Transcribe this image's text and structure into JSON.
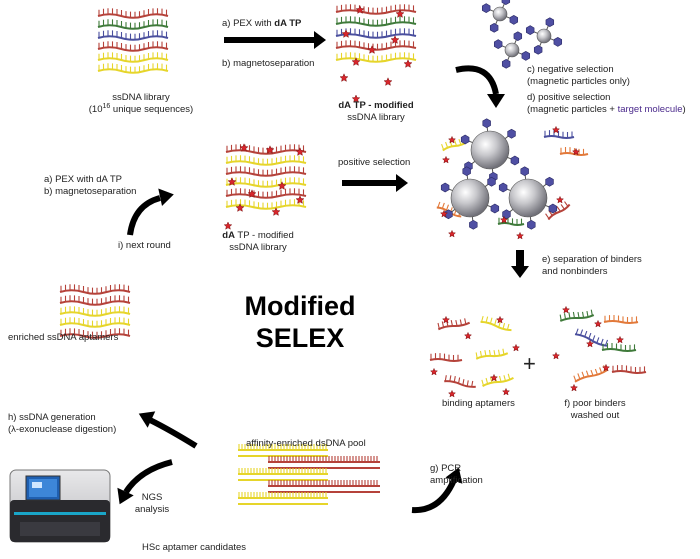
{
  "title": {
    "line1": "Modified",
    "line2": "SELEX"
  },
  "labels": {
    "lib": {
      "l1": "ssDNA library",
      "l2a": "(10",
      "l2sup": "16",
      "l2b": " unique sequences)"
    },
    "step_a": {
      "pre": "a) PEX with ",
      "dA": "dA",
      "tp": "TP"
    },
    "step_b": "b) magnetoseparation",
    "mod1": {
      "dA": "dA",
      "rest": "TP - modified",
      "l2": "ssDNA library"
    },
    "step_c": {
      "l1": "c) negative selection",
      "l2": "(magnetic particles only)"
    },
    "step_d": {
      "l1": "d) positive selection",
      "l2a": "(magnetic particles + ",
      "l2b": "target molecule",
      "l2c": ")"
    },
    "left_a": {
      "pre": "a) PEX with dA",
      "tp": "TP"
    },
    "left_b": "b) magnetoseparation",
    "next_round": "i) next round",
    "mod2": {
      "dA": "dA",
      "rest": "TP - modified",
      "l2": "ssDNA library"
    },
    "positive_sel": "positive selection",
    "step_e": {
      "l1": "e) separation of binders",
      "l2": "and nonbinders"
    },
    "enriched": "enriched ssDNA aptamers",
    "binding": "binding aptamers",
    "plus": "+",
    "step_f": {
      "l1": "f) poor binders",
      "l2": "washed out"
    },
    "step_g": {
      "l1": "g) PCR",
      "l2": "amplification"
    },
    "pool": "affinity-enriched dsDNA pool",
    "step_h": {
      "l1": "h) ssDNA generation",
      "l2": "(λ-exonuclease digestion)"
    },
    "ngs": {
      "l1": "NGS",
      "l2": "analysis"
    },
    "candidates": "HSc aptamer candidates"
  },
  "colors": {
    "strand_red": "#b5423a",
    "strand_green": "#3f7a3a",
    "strand_blue": "#4a4f9e",
    "strand_yellow": "#e6d52a",
    "strand_orange": "#e2793a",
    "star": "#d8262c",
    "bead": "#b9b9bd",
    "target": "#4f4fa3",
    "arrow": "#000000"
  },
  "icons": [
    "star-icon",
    "bead-icon",
    "target-molecule-icon",
    "sequencer-icon"
  ]
}
